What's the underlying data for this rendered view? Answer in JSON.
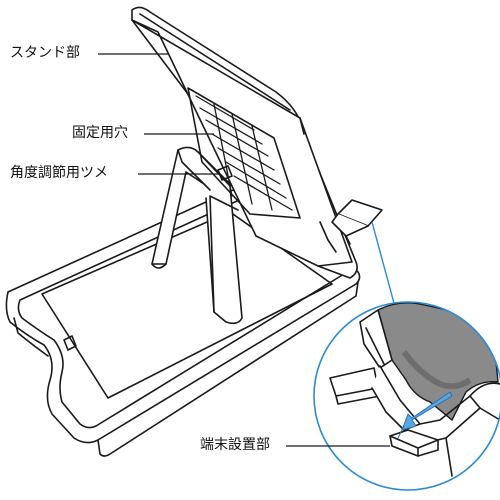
{
  "labels": {
    "stand": "スタンド部",
    "fixing_hole": "固定用穴",
    "angle_tab": "角度調節用ツメ",
    "device_mount": "端末設置部"
  },
  "colors": {
    "outline": "#1a1a1a",
    "leader_line": "#1a1a1a",
    "zoom_circle": "#2a8ad4",
    "zoom_pointer": "#2a8ad4",
    "pad_gray": "#8a8a8a",
    "pad_dark": "#6e6e6e",
    "arrow_blue": "#5aa7e6",
    "background": "#ffffff"
  },
  "icons": {
    "zoom_detail": "magnify-detail-icon",
    "direction_arrow": "insert-arrow-icon"
  }
}
